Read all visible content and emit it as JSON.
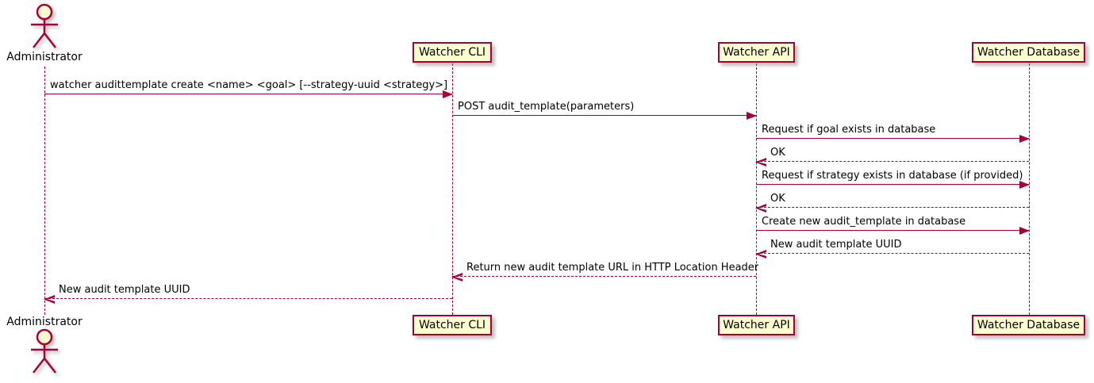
{
  "diagram": {
    "type": "uml-sequence-diagram",
    "colors": {
      "participant_fill": "#FEFECE",
      "participant_border": "#A80036",
      "arrow": "#A80036",
      "lifeline": "#A80036",
      "text": "#000000",
      "background": "#FFFFFF"
    },
    "actor": {
      "label": "Administrator"
    },
    "participants": [
      {
        "label": "Watcher CLI"
      },
      {
        "label": "Watcher API"
      },
      {
        "label": "Watcher Database"
      }
    ],
    "messages": [
      {
        "from": "Administrator",
        "to": "Watcher CLI",
        "style": "solid",
        "text": "watcher audittemplate create <name> <goal> [--strategy-uuid <strategy>]"
      },
      {
        "from": "Watcher CLI",
        "to": "Watcher API",
        "style": "solid",
        "text": "POST audit_template(parameters)"
      },
      {
        "from": "Watcher API",
        "to": "Watcher Database",
        "style": "solid",
        "text": "Request if goal exists in database"
      },
      {
        "from": "Watcher Database",
        "to": "Watcher API",
        "style": "dashed",
        "text": "OK"
      },
      {
        "from": "Watcher API",
        "to": "Watcher Database",
        "style": "solid",
        "text": "Request if strategy exists in database (if provided)"
      },
      {
        "from": "Watcher Database",
        "to": "Watcher API",
        "style": "dashed",
        "text": "OK"
      },
      {
        "from": "Watcher API",
        "to": "Watcher Database",
        "style": "solid",
        "text": "Create new audit_template in database"
      },
      {
        "from": "Watcher Database",
        "to": "Watcher API",
        "style": "dashed",
        "text": "New audit template UUID"
      },
      {
        "from": "Watcher API",
        "to": "Watcher CLI",
        "style": "dashed",
        "text": "Return new audit template URL in HTTP Location Header"
      },
      {
        "from": "Watcher CLI",
        "to": "Administrator",
        "style": "dashed",
        "text": "New audit template UUID"
      }
    ]
  }
}
